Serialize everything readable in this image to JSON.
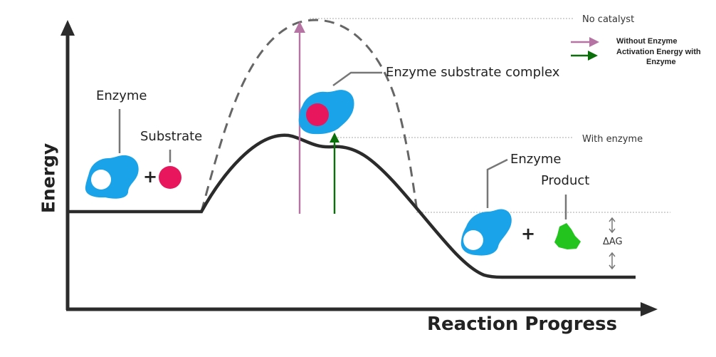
{
  "axes": {
    "x_title": "Reaction Progress",
    "y_title": "Energy"
  },
  "levels": {
    "no_catalyst": "No catalyst",
    "with_enzyme": "With enzyme"
  },
  "legend": {
    "without_enzyme": "Without Enzyme",
    "activation_energy_with_enzyme_line1": "Activation Energy with",
    "activation_energy_with_enzyme_line2": "Enzyme",
    "colors": {
      "without_enzyme": "#b574a3",
      "with_enzyme": "#0a6e0a"
    }
  },
  "labels": {
    "enzyme_start": "Enzyme",
    "substrate": "Substrate",
    "complex": "Enzyme substrate complex",
    "enzyme_end": "Enzyme",
    "product": "Product",
    "delta_g": "ΔAG",
    "plus": "+"
  },
  "colors": {
    "enzyme": "#1aa3e8",
    "substrate": "#e8175d",
    "product": "#22c41d",
    "curve": "#2b2b2b",
    "uncatalyzed_curve": "#666666"
  }
}
